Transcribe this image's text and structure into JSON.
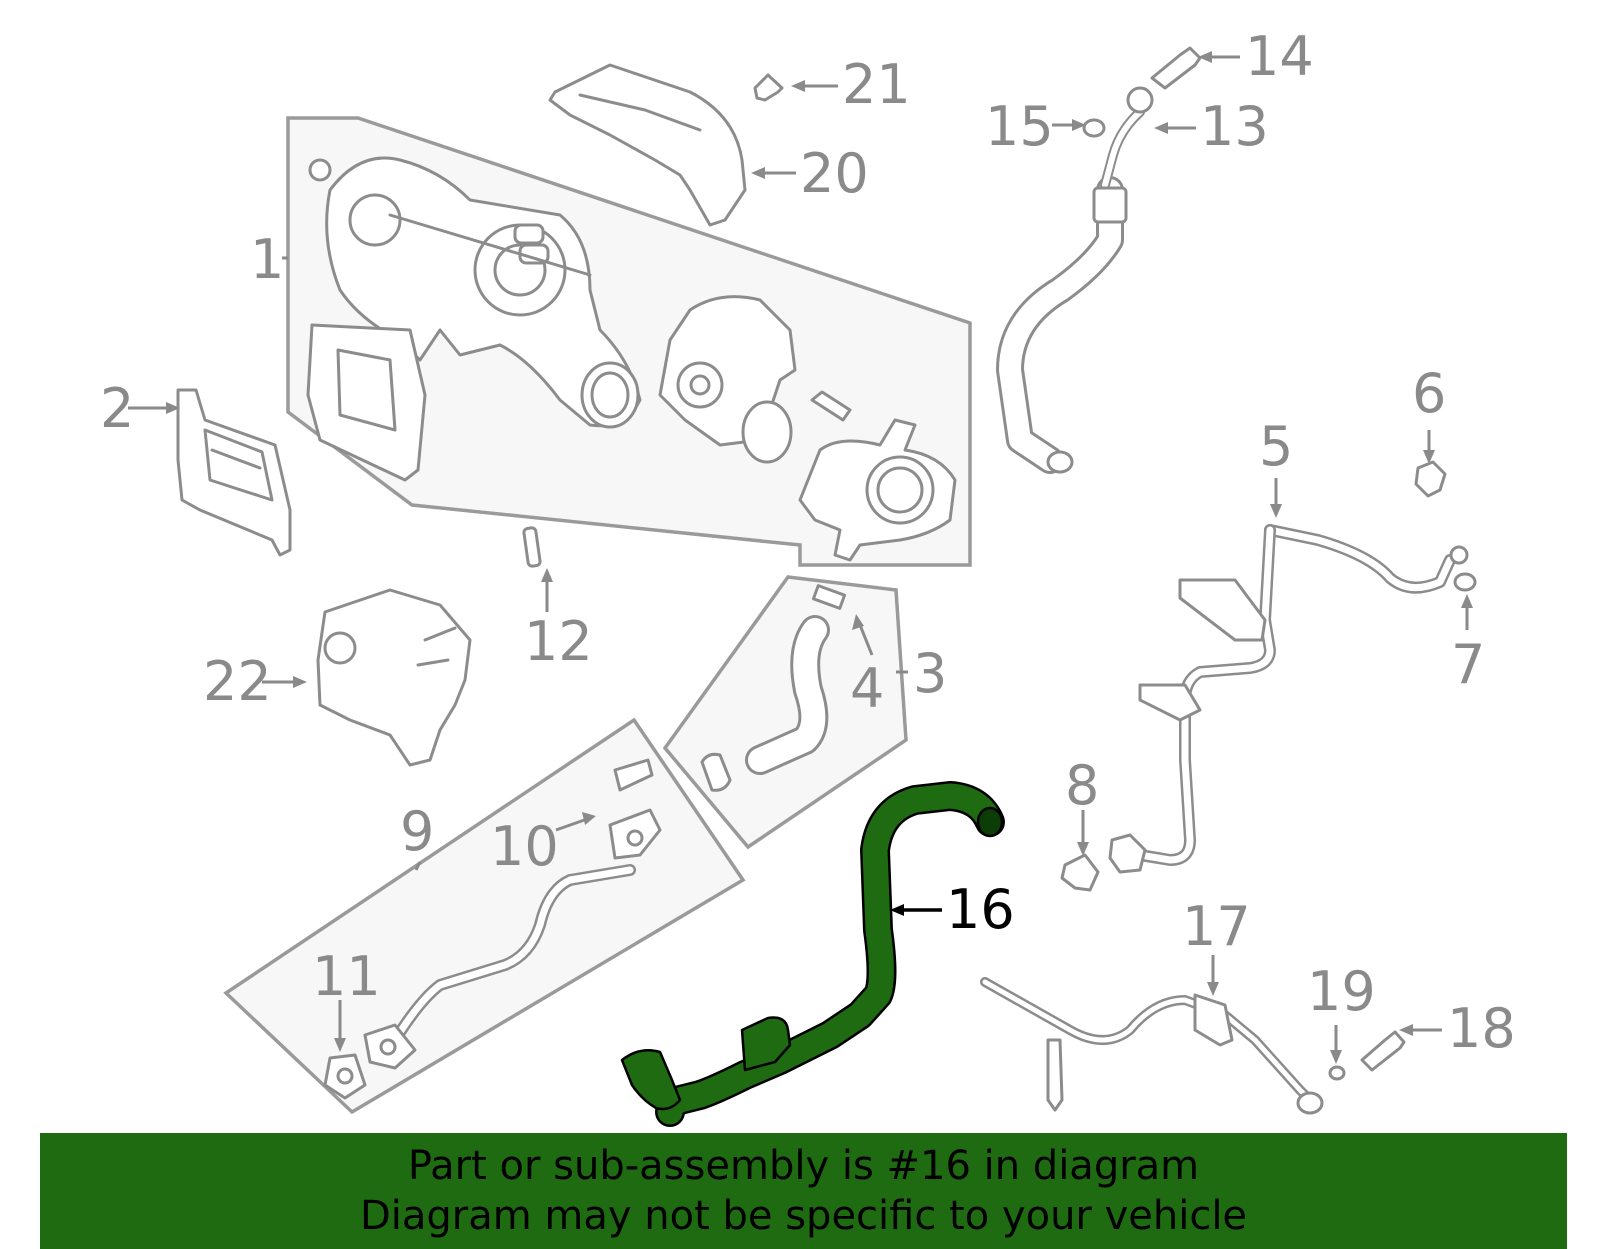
{
  "callouts": {
    "c1": "1",
    "c2": "2",
    "c3": "3",
    "c4": "4",
    "c5": "5",
    "c6": "6",
    "c7": "7",
    "c8": "8",
    "c9": "9",
    "c10": "10",
    "c11": "11",
    "c12": "12",
    "c13": "13",
    "c14": "14",
    "c15": "15",
    "c16": "16",
    "c17": "17",
    "c18": "18",
    "c19": "19",
    "c20": "20",
    "c21": "21",
    "c22": "22"
  },
  "highlight": {
    "color": "#1e6b12",
    "part": "16"
  },
  "banner": {
    "line1": "Part or sub-assembly is #16 in diagram",
    "line2": "Diagram may not be specific to your vehicle",
    "background": "#1e6b12"
  }
}
